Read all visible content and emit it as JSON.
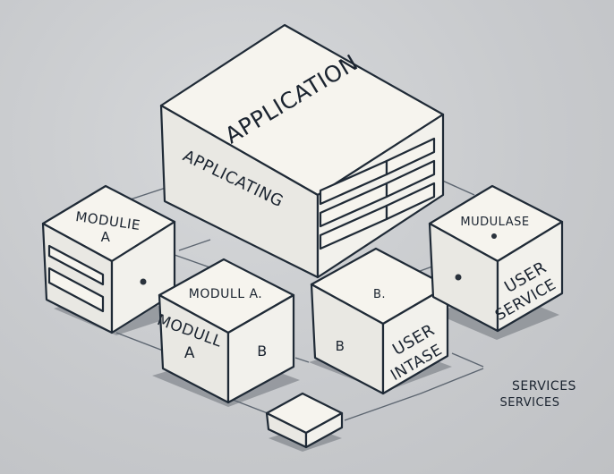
{
  "blocks": {
    "application": {
      "top_label": "APPLICATION",
      "side_label": "APPLICATING"
    },
    "module_a_left": {
      "label_line1": "MODULIE",
      "label_line2": "A"
    },
    "module_b_front": {
      "top_label": "MODULL A.",
      "side_label_line1": "MODULL",
      "side_label_line2": "A",
      "right_label": "B"
    },
    "user_intase": {
      "top_label": "B.",
      "left_label": "B",
      "right_label_line1": "USER",
      "right_label_line2": "INTASE"
    },
    "user_service": {
      "top_label": "MUDULASE",
      "right_label_line1": "USER",
      "right_label_line2": "SERVICE"
    }
  },
  "services_caption": {
    "line1": "SERVICES",
    "line2": "SERVICES"
  }
}
